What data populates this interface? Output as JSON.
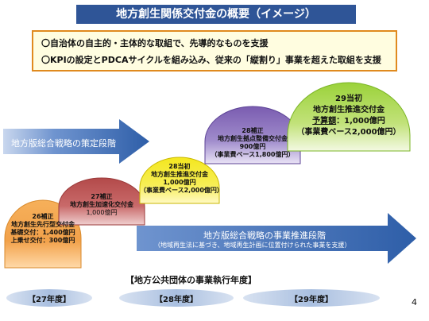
{
  "title": "地方創生関係交付金の概要（イメージ）",
  "policy_lines": [
    "〇自治体の自主的・主体的な取組で、先導的なものを支援",
    "〇KPIの設定とPDCAサイクルを組み込み、従来の「縦割り」事業を超えた取組を支援"
  ],
  "arrows": {
    "planning": "地方版総合戦略の策定段階",
    "promotion_title": "地方版総合戦略の事業推進段階",
    "promotion_sub": "（地域再生法に基づき、地域再生計画に位置付けられた事業を支援）"
  },
  "domes": [
    {
      "lines": [
        "26補正",
        "地方創生先行型交付金",
        "基礎交付：1,400億円",
        "上乗せ交付：300億円"
      ]
    },
    {
      "lines": [
        "27補正",
        "地方創生加速化交付金",
        "1,000億円"
      ]
    },
    {
      "lines": [
        "28当初",
        "地方創生推進交付金",
        "1,000億円",
        "（事業費ベース2,000億円）"
      ]
    },
    {
      "lines": [
        "28補正",
        "地方創生拠点整備交付金",
        "900億円",
        "（事業費ベース1,800億円）"
      ]
    }
  ],
  "big_dome": {
    "line1": "29当初",
    "line2": "地方創生推進交付金",
    "budget_label": "予算額",
    "budget_value": "：1,000億円",
    "line4": "（事業費ベース2,000億円）"
  },
  "execution_label": "【地方公共団体の事業執行年度】",
  "years": [
    "【27年度】",
    "【28年度】",
    "【29年度】"
  ],
  "page_number": "4",
  "colors": {
    "title_bg": "#2f5597",
    "policy_border": "#e08a1e",
    "policy_bg": "#fffde0",
    "arrow_blue": "#3d6fb6"
  }
}
